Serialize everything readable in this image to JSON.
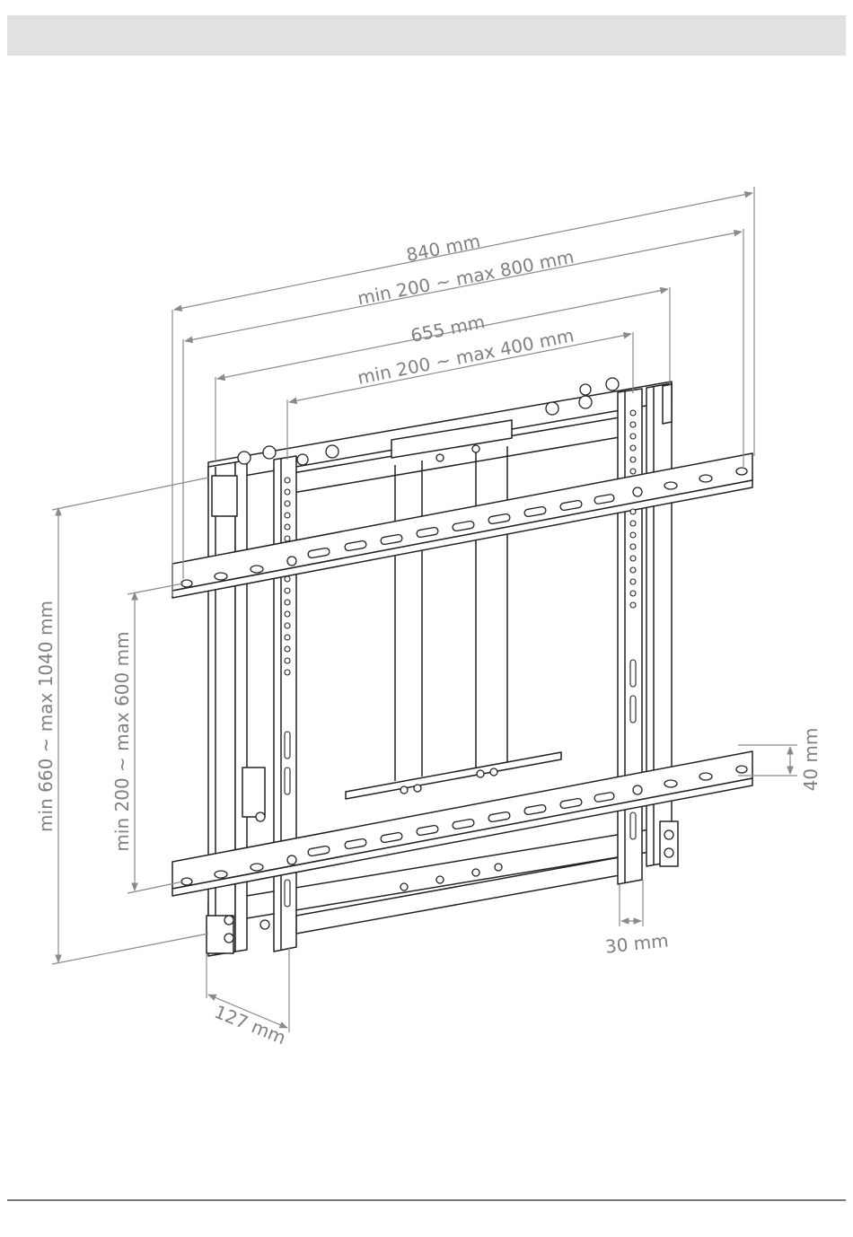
{
  "diagram": {
    "dimensions": {
      "overall_width": "840 mm",
      "vesa_width_range": "min 200 ~ max 800 mm",
      "frame_width": "655 mm",
      "inner_width_range": "min 200 ~ max 400 mm",
      "overall_height_range": "min 660 ~ max 1040 mm",
      "vesa_height_range": "min 200 ~ max 600 mm",
      "rail_height": "40 mm",
      "bracket_width": "30 mm",
      "depth": "127 mm"
    },
    "colors": {
      "line": "#222222",
      "dimension": "#8a8a8a",
      "header_bar": "#e1e1e1"
    }
  }
}
